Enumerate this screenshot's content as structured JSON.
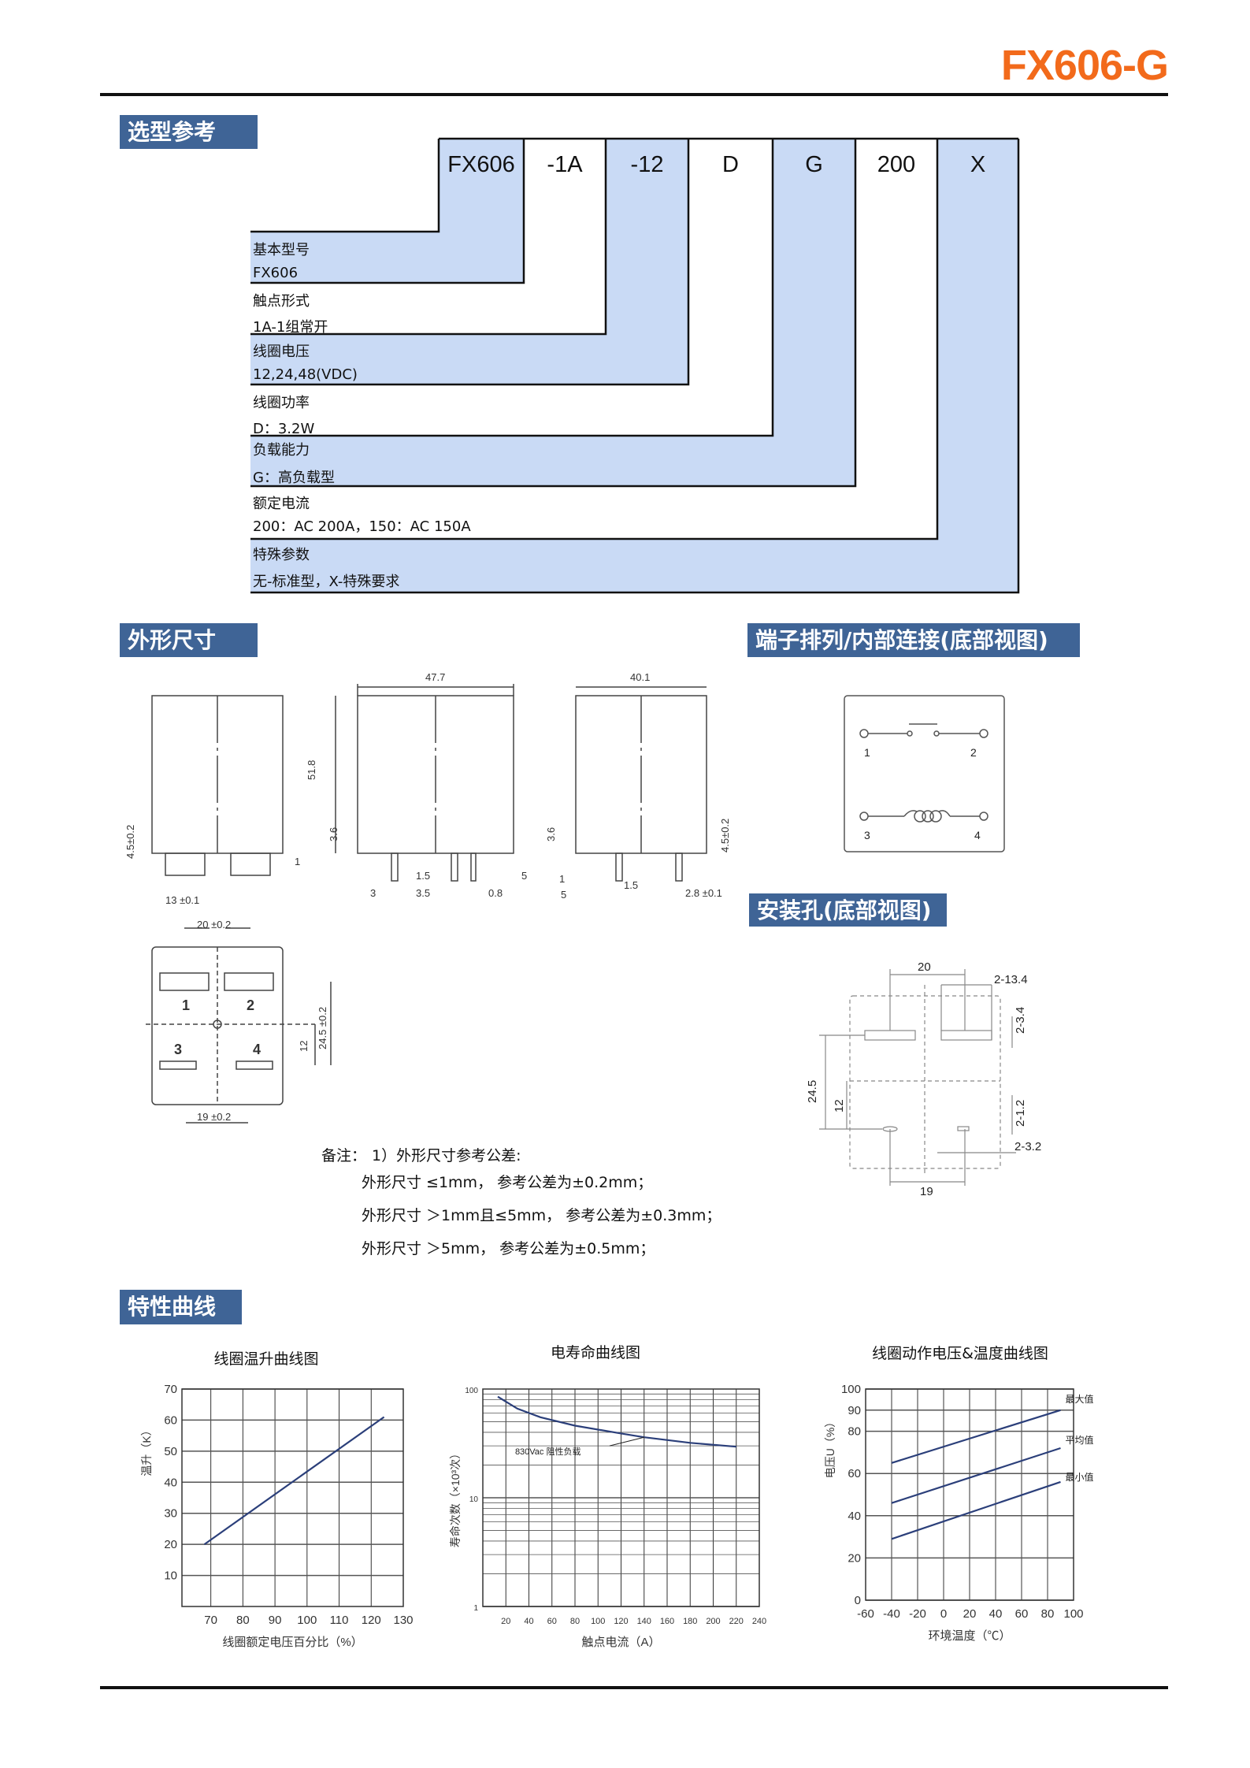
{
  "header": {
    "title": "FX606-G"
  },
  "sections": {
    "selection": "选型参考",
    "dimensions": "外形尺寸",
    "terminals": "端子排列/内部连接(底部视图)",
    "mounting": "安装孔(底部视图)",
    "curves": "特性曲线"
  },
  "selection": {
    "codes": [
      "FX606",
      "-1A",
      "-12",
      "D",
      "G",
      "200",
      "X"
    ],
    "rows": [
      {
        "label": "基本型号",
        "value": "FX606"
      },
      {
        "label": "触点形式",
        "value": "1A-1组常开"
      },
      {
        "label": "线圈电压",
        "value": "12,24,48(VDC)"
      },
      {
        "label": "线圈功率",
        "value": "D：3.2W"
      },
      {
        "label": "负载能力",
        "value": "G：高负载型"
      },
      {
        "label": "额定电流",
        "value": "200：AC 200A，150：AC 150A"
      },
      {
        "label": "特殊参数",
        "value": "无-标准型，X-特殊要求"
      }
    ]
  },
  "dimensions": {
    "width_front": "47.7",
    "width_side": "40.1",
    "height": "51.8",
    "foot": "4.5±0.2",
    "pin_len": "3.6",
    "one": "1",
    "pin_w": "13 ±0.1",
    "d15": "1.5",
    "d5": "5",
    "d3": "3",
    "d35": "3.5",
    "d08": "0.8",
    "d28": "2.8 ±0.1",
    "pitch_top": "20 ±0.2",
    "pitch_v": "24.5 ±0.2",
    "d12": "12",
    "pitch_bottom": "19 ±0.2",
    "pins": [
      "1",
      "2",
      "3",
      "4"
    ]
  },
  "terminal_pins": [
    "1",
    "2",
    "3",
    "4"
  ],
  "mounting": {
    "d20": "20",
    "d134": "2-13.4",
    "d34": "2-3.4",
    "d245": "24.5",
    "d12": "12",
    "d12b": "2-1.2",
    "d32": "2-3.2",
    "d19": "19"
  },
  "notes": {
    "label": "备注：",
    "lines": [
      "1）外形尺寸参考公差:",
      "外形尺寸 ≤1mm， 参考公差为±0.2mm；",
      "外形尺寸 ＞1mm且≤5mm， 参考公差为±0.3mm；",
      "外形尺寸 ＞5mm， 参考公差为±0.5mm；"
    ]
  },
  "chart_data": [
    {
      "type": "line",
      "title": "线圈温升曲线图",
      "xlabel": "线圈额定电压百分比（%）",
      "ylabel": "温升（K）",
      "xlim": [
        61,
        130
      ],
      "ylim": [
        0,
        70
      ],
      "xticks": [
        70,
        80,
        90,
        100,
        110,
        120,
        130
      ],
      "yticks": [
        10,
        20,
        30,
        40,
        50,
        60,
        70
      ],
      "series": [
        {
          "name": "温升",
          "x": [
            68,
            124
          ],
          "y": [
            20,
            61
          ]
        }
      ]
    },
    {
      "type": "line",
      "title": "电寿命曲线图",
      "xlabel": "触点电流（A）",
      "ylabel": "寿命次数（×10³次）",
      "xlim": [
        0,
        240
      ],
      "ylim": [
        1,
        100
      ],
      "yscale": "log",
      "xticks": [
        20,
        40,
        60,
        80,
        100,
        120,
        140,
        160,
        180,
        200,
        220,
        240
      ],
      "yticks": [
        1,
        10,
        100
      ],
      "annotation": "830Vac 阻性负载",
      "series": [
        {
          "name": "830Vac 阻性负载",
          "x": [
            13,
            30,
            50,
            80,
            120,
            140,
            180,
            220
          ],
          "y": [
            85,
            66,
            55,
            46,
            39,
            36,
            32,
            29.5
          ]
        }
      ]
    },
    {
      "type": "line",
      "title": "线圈动作电压&温度曲线图",
      "xlabel": "环境温度（℃）",
      "ylabel": "电压U（%）",
      "xlim": [
        -60,
        100
      ],
      "ylim": [
        0,
        100
      ],
      "xticks": [
        -60,
        -40,
        -20,
        0,
        20,
        40,
        60,
        80,
        100
      ],
      "yticks": [
        0,
        20,
        40,
        60,
        80,
        90,
        100
      ],
      "series": [
        {
          "name": "最大值",
          "x": [
            -40,
            90
          ],
          "y": [
            65,
            90
          ]
        },
        {
          "name": "平均值",
          "x": [
            -40,
            90
          ],
          "y": [
            46,
            72
          ]
        },
        {
          "name": "最小值",
          "x": [
            -40,
            90
          ],
          "y": [
            29,
            56
          ]
        }
      ]
    }
  ],
  "colors": {
    "accent": "#f26a1b",
    "section": "#3f6496",
    "fill": "#c9daf5",
    "curve": "#2b3f7a"
  }
}
